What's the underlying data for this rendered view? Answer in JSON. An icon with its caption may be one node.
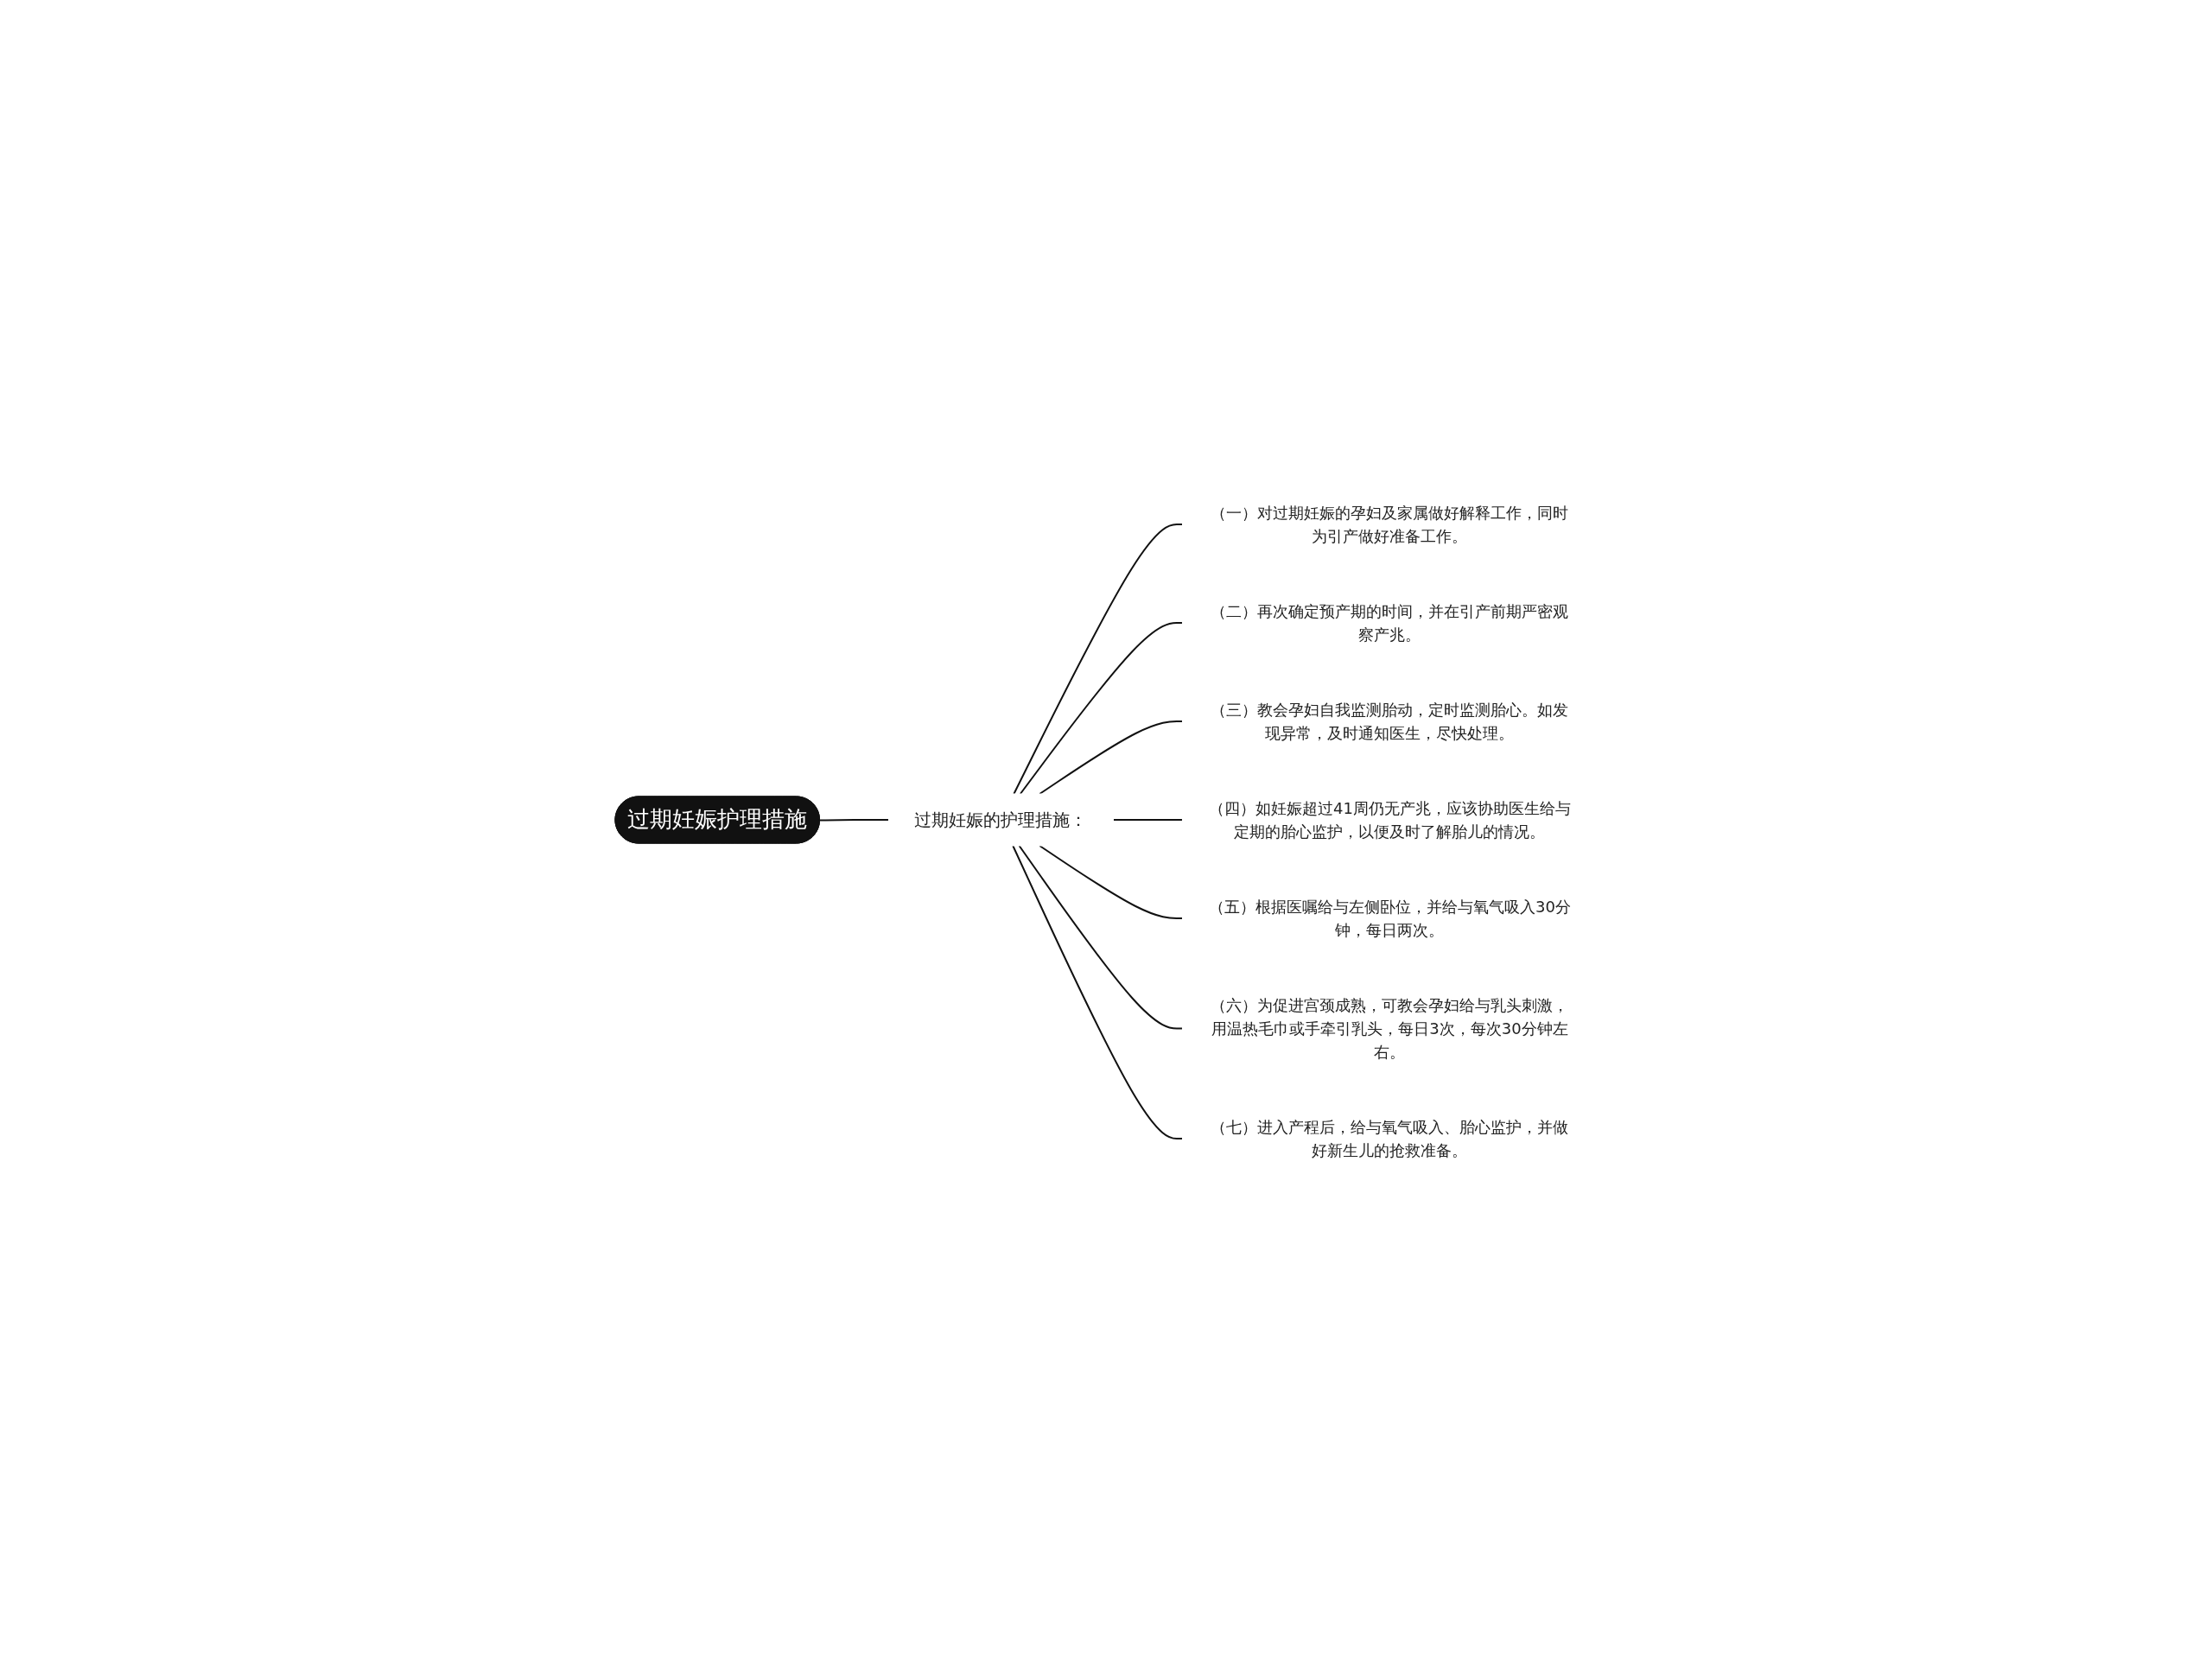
{
  "diagram": {
    "nodes": [
      {
        "text": [
          "过期妊娠护理措施"
        ]
      },
      {
        "text": [
          "过期妊娠的护理措施："
        ]
      },
      {
        "text": [
          "（一）对过期妊娠的孕妇及家属做好解释工作，同时为引产做好准备工作。"
        ]
      },
      {
        "text": [
          "（二）再次确定预产期的时间，并在引产前期严密观察产兆。"
        ]
      },
      {
        "text": [
          "（三）教会孕妇自我监测胎动，定时监测胎心。如发现异常，及时通知医生，尽快处理。"
        ]
      },
      {
        "text": [
          "（四）如妊娠超过41周仍无产兆，应该协助医生给与定期的胎心监护，以便及时了解胎儿的情况。"
        ]
      },
      {
        "text": [
          "（五）根据医嘱给与左侧卧位，并给与氧气吸入30分钟，每日两次。"
        ]
      },
      {
        "text": [
          "（六）为促进宫颈成熟，可教会孕妇给与乳头刺激，用温热毛巾或手牵引乳头，每日3次，每次30分钟左右。"
        ]
      },
      {
        "text": [
          "（七）进入产程后，给与氧气吸入、胎心监护，并做好新生儿的抢救准备。"
        ]
      }
    ],
    "edges": [
      {
        "from": 0,
        "to": 1,
        "arrow": "none"
      },
      {
        "from": 1,
        "to": 2,
        "arrow": "none"
      },
      {
        "from": 1,
        "to": 3,
        "arrow": "none"
      },
      {
        "from": 1,
        "to": 4,
        "arrow": "none"
      },
      {
        "from": 1,
        "to": 5,
        "arrow": "none"
      },
      {
        "from": 1,
        "to": 6,
        "arrow": "none"
      },
      {
        "from": 1,
        "to": 7,
        "arrow": "none"
      },
      {
        "from": 1,
        "to": 8,
        "arrow": "none"
      }
    ]
  }
}
